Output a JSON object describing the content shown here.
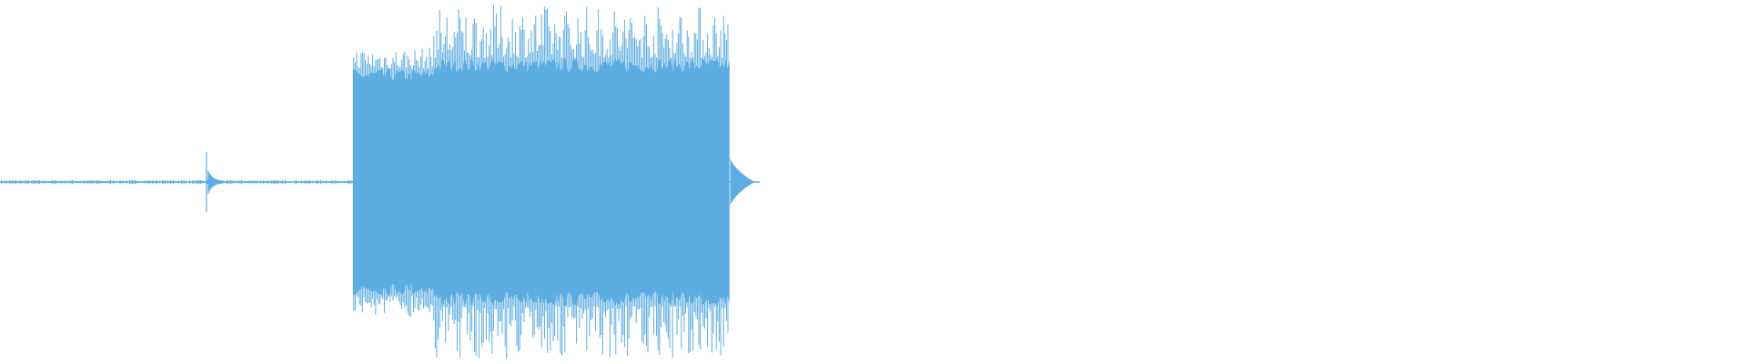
{
  "waveform": {
    "color": "#5dade2",
    "background": "#ffffff",
    "total_duration": 1.0,
    "segments": [
      {
        "kind": "quiet-noise",
        "start": 0.0,
        "end": 0.202,
        "amplitude": 0.008
      },
      {
        "kind": "click-transient",
        "start": 0.114,
        "end": 0.128,
        "amplitude": 0.12
      },
      {
        "kind": "loud-burst-lower",
        "start": 0.202,
        "end": 0.248,
        "amplitude": 0.64,
        "peak": 0.76
      },
      {
        "kind": "loud-burst-upper",
        "start": 0.248,
        "end": 0.418,
        "amplitude": 0.7,
        "peak": 1.0
      },
      {
        "kind": "decay-tail",
        "start": 0.418,
        "end": 0.432,
        "amplitude": 0.06
      },
      {
        "kind": "silence",
        "start": 0.432,
        "end": 1.0,
        "amplitude": 0.0
      }
    ]
  }
}
